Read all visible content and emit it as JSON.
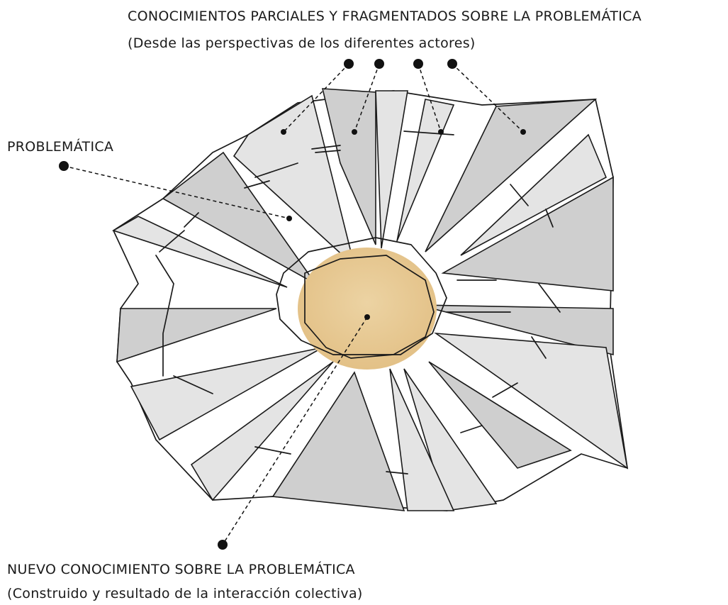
{
  "labels": {
    "partial_title": "CONOCIMIENTOS PARCIALES Y FRAGMENTADOS SOBRE LA PROBLEMÁTICA",
    "partial_sub": "(Desde las perspectivas de los diferentes actores)",
    "problem_title": "PROBLEMÁTICA",
    "new_title": "NUEVO CONOCIMIENTO SOBRE LA PROBLEMÁTICA",
    "new_sub": "(Construido y resultado de la interacción colectiva)"
  },
  "colors": {
    "core_fill": "#e9c98f",
    "slice_dark": "#cfcfcf",
    "slice_light": "#e4e4e4",
    "ink": "#1a1a1a"
  }
}
